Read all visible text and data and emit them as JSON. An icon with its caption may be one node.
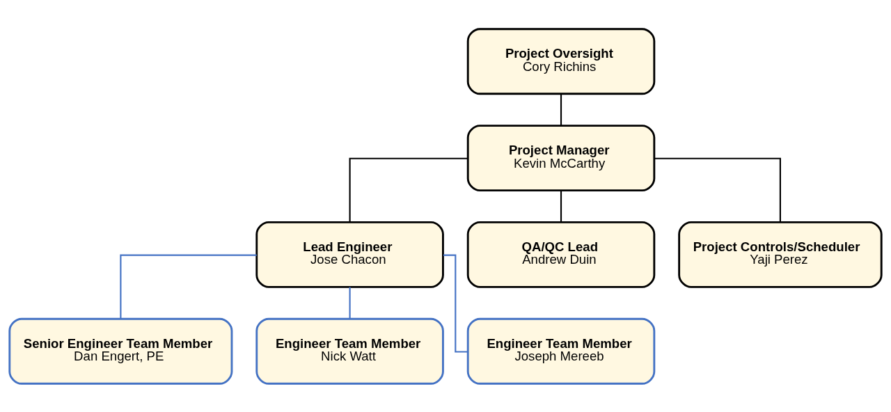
{
  "diagram": {
    "nodes": [
      {
        "text": [
          "Project Oversight",
          "Cory Richins"
        ]
      },
      {
        "text": [
          "Project Manager",
          "Kevin McCarthy"
        ]
      },
      {
        "text": [
          "Lead Engineer",
          "Jose Chacon"
        ]
      },
      {
        "text": [
          "QA/QC Lead",
          "Andrew Duin"
        ]
      },
      {
        "text": [
          "Project Controls/Scheduler",
          "Yaji Perez"
        ]
      },
      {
        "text": [
          "Senior Engineer Team Member",
          "Dan Engert, PE"
        ]
      },
      {
        "text": [
          "Engineer Team Member",
          "Nick Watt"
        ]
      },
      {
        "text": [
          "Engineer Team Member",
          "Joseph Mereeb"
        ]
      }
    ],
    "edges": [
      {
        "from": 0,
        "to": 1,
        "arrow": "none"
      },
      {
        "from": 1,
        "to": 2,
        "arrow": "none"
      },
      {
        "from": 1,
        "to": 3,
        "arrow": "none"
      },
      {
        "from": 1,
        "to": 4,
        "arrow": "none"
      },
      {
        "from": 2,
        "to": 5,
        "arrow": "none",
        "color": "#4472c4"
      },
      {
        "from": 2,
        "to": 6,
        "arrow": "none",
        "color": "#4472c4"
      },
      {
        "from": 2,
        "to": 7,
        "arrow": "none",
        "color": "#4472c4"
      }
    ]
  }
}
